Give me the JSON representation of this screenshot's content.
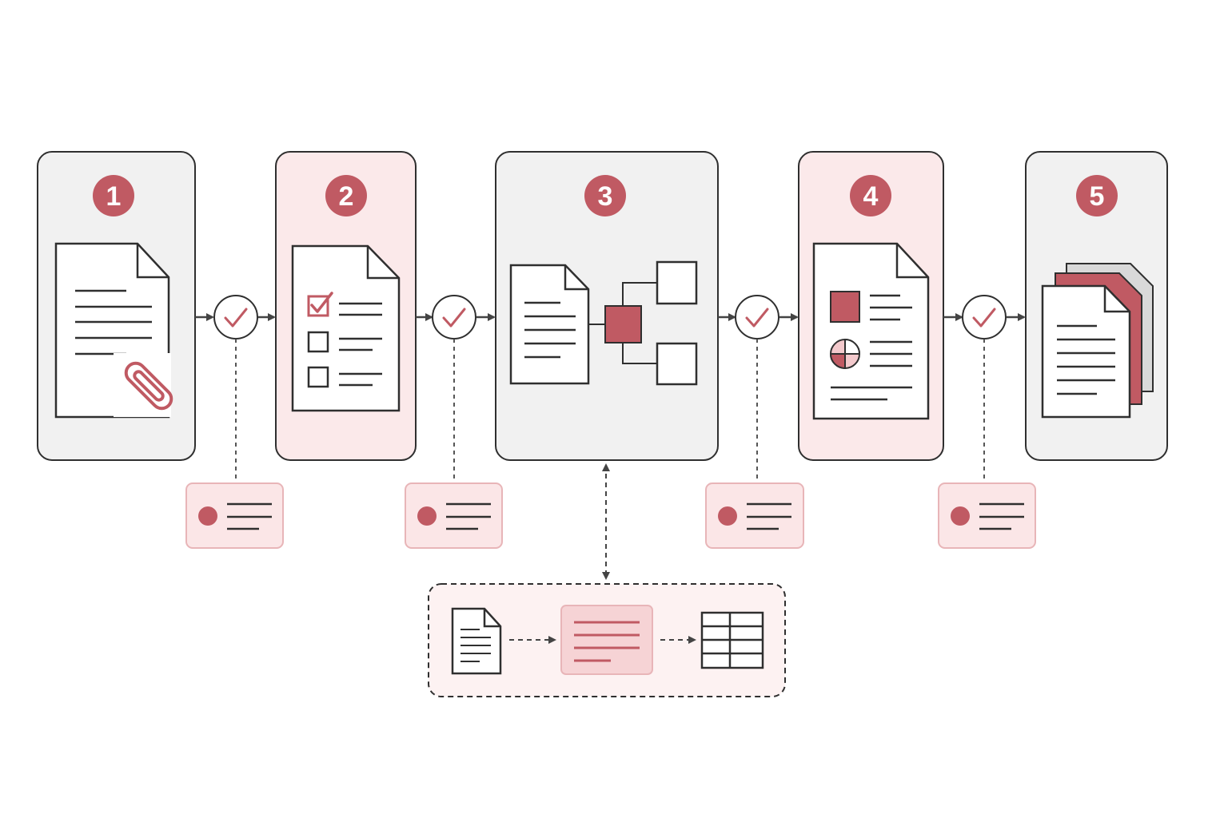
{
  "colors": {
    "accent": "#c05a63",
    "accent_light": "#f9e3e4",
    "stage_gray": "#f1f1f1",
    "stroke": "#2f2f2f",
    "line": "#444444",
    "note_border": "#e8b5b8"
  },
  "stages": [
    {
      "number": "1",
      "icon": "document-with-paperclip-icon",
      "tint": "gray"
    },
    {
      "number": "2",
      "icon": "checklist-document-icon",
      "tint": "pink"
    },
    {
      "number": "3",
      "icon": "document-to-tree-diagram-icon",
      "tint": "gray"
    },
    {
      "number": "4",
      "icon": "report-with-chart-icon",
      "tint": "pink"
    },
    {
      "number": "5",
      "icon": "stacked-documents-icon",
      "tint": "gray"
    }
  ],
  "checkpoints": [
    {
      "icon": "checkmark-icon"
    },
    {
      "icon": "checkmark-icon"
    },
    {
      "icon": "checkmark-icon"
    },
    {
      "icon": "checkmark-icon"
    }
  ],
  "notes": [
    {
      "icon": "note-card-icon"
    },
    {
      "icon": "note-card-icon"
    },
    {
      "icon": "note-card-icon"
    },
    {
      "icon": "note-card-icon"
    }
  ],
  "subprocess": {
    "icons": [
      "document-icon",
      "highlighted-text-icon",
      "table-icon"
    ]
  }
}
